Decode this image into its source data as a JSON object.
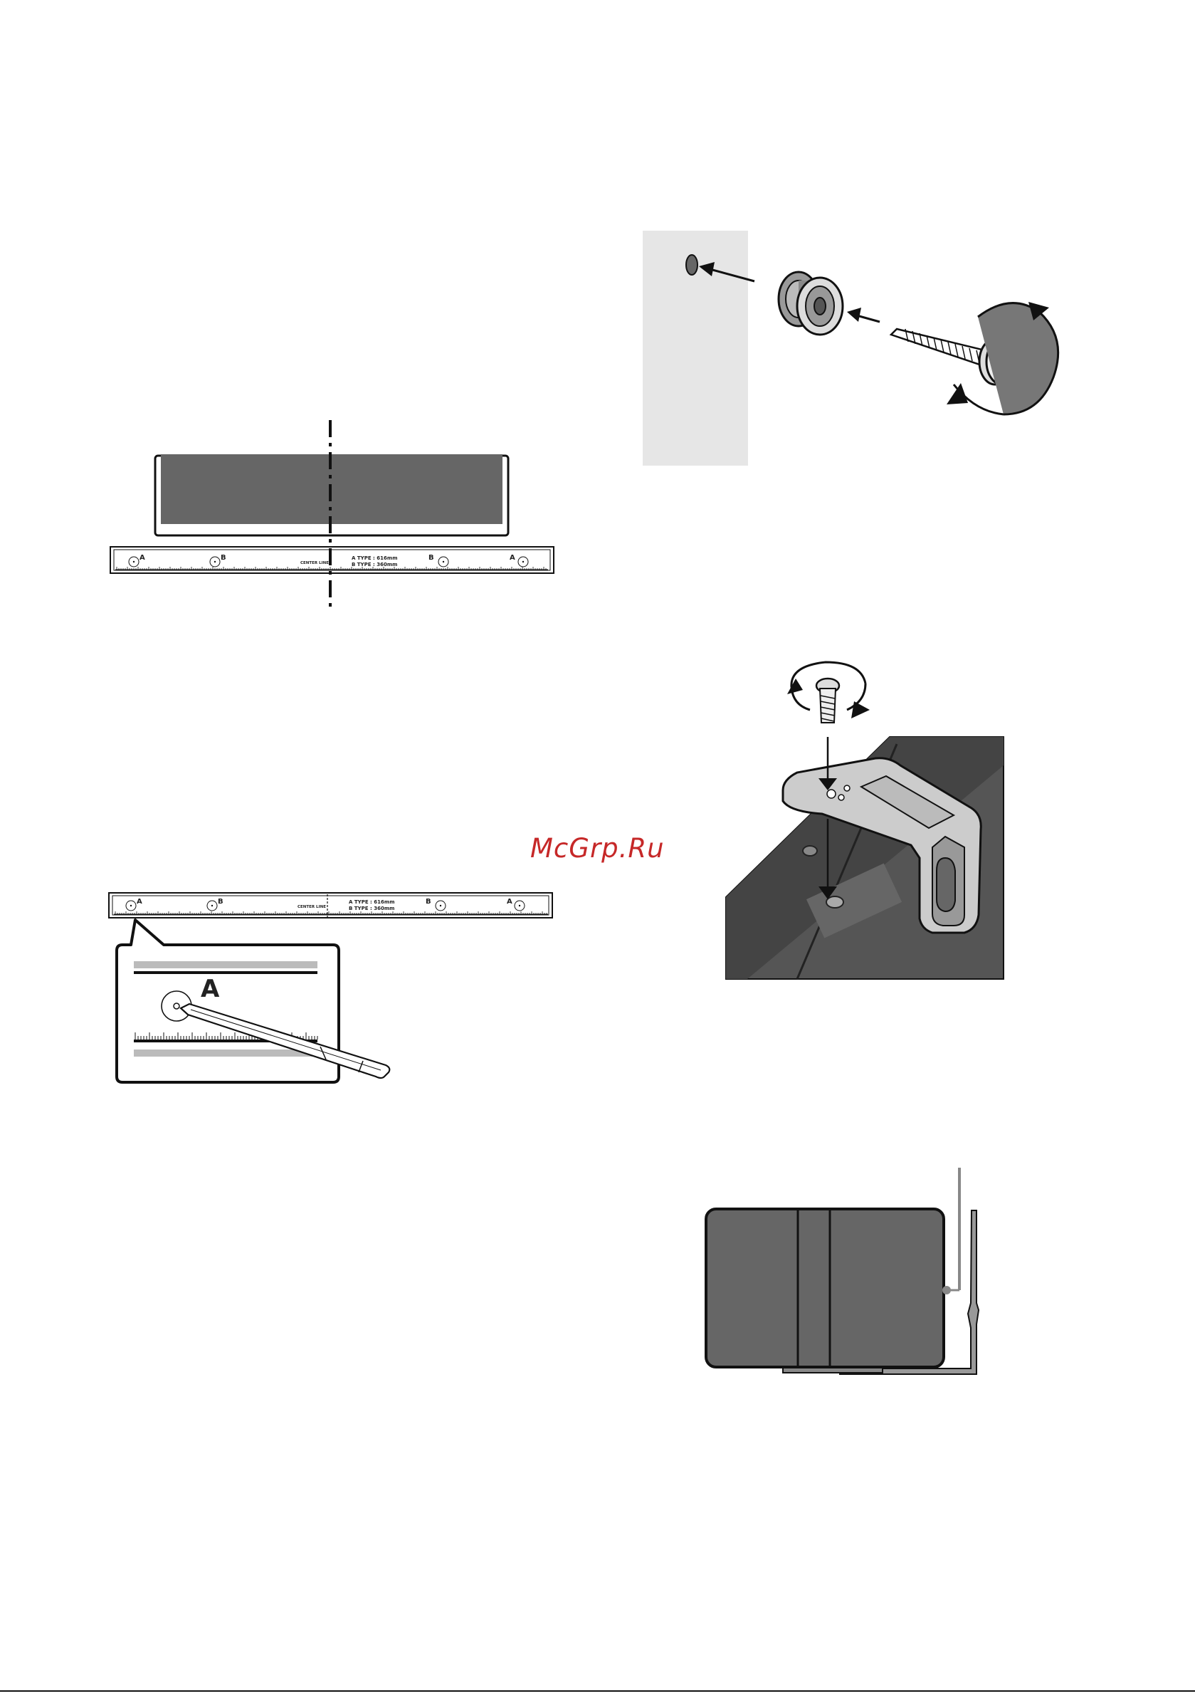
{
  "watermark": {
    "text": "McGrp.Ru",
    "color": "#c62828"
  },
  "ruler": {
    "label_a": "A",
    "label_b": "B",
    "center_label": "CENTER LINE",
    "a_type": "A TYPE : 616mm",
    "b_type": "B TYPE : 360mm"
  },
  "zoom_callout": {
    "label": "A"
  },
  "colors": {
    "panel_dark": "#666666",
    "wall_grey": "#e6e6e6",
    "line": "#111111"
  }
}
